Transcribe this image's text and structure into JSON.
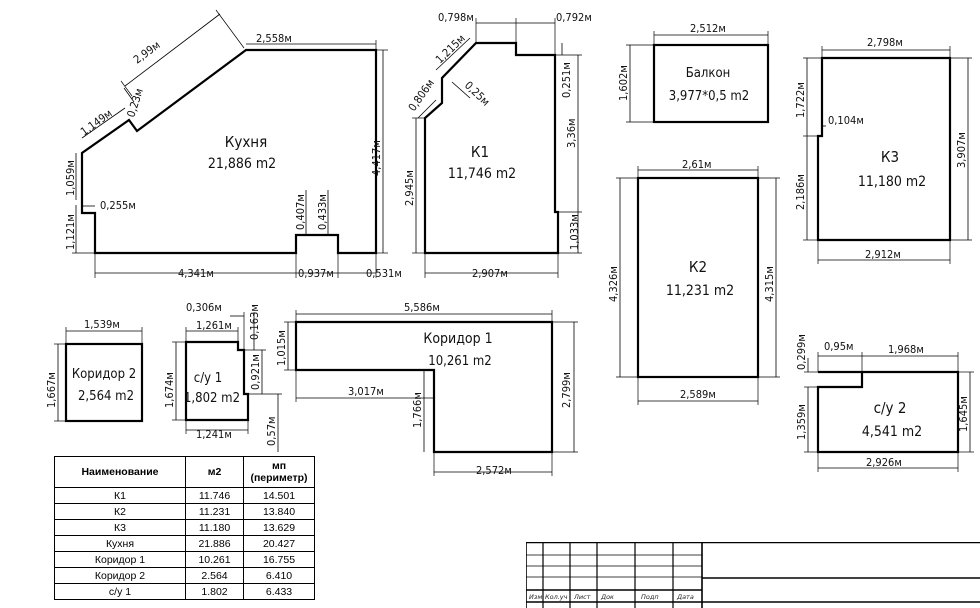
{
  "rooms": {
    "kitchen": {
      "name": "Кухня",
      "area": "21,886 m2"
    },
    "k1": {
      "name": "К1",
      "area": "11,746 m2"
    },
    "balcony": {
      "name": "Балкон",
      "area": "3,977*0,5 m2"
    },
    "k2": {
      "name": "К2",
      "area": "11,231 m2"
    },
    "k3": {
      "name": "К3",
      "area": "11,180 m2"
    },
    "corridor2": {
      "name": "Коридор 2",
      "area": "2,564 m2"
    },
    "su1": {
      "name": "с/у 1",
      "area": "1,802 m2"
    },
    "corridor1": {
      "name": "Коридор 1",
      "area": "10,261 m2"
    },
    "su2": {
      "name": "с/у 2",
      "area": "4,541 m2"
    }
  },
  "dims": {
    "k_top_diag": "2,99м",
    "k_top": "2,558м",
    "k_diag_off": "0,23м",
    "k_diag_small": "1,149м",
    "k_left_upper": "1,059м",
    "k_notch": "0,255м",
    "k_left_lower": "1,121м",
    "k_right": "4,417м",
    "k_step_a": "0,407м",
    "k_step_b": "0,433м",
    "k_bottom": "4,341м",
    "k_bottom_mid": "0,937м",
    "k_bottom_right": "0,531м",
    "k1_top_left": "0,798м",
    "k1_top_right": "0,792м",
    "k1_diag_main": "1,215м",
    "k1_diag_small": "0,806м",
    "k1_diag_off": "0,25м",
    "k1_right_top": "0,251м",
    "k1_right_mid": "3,36м",
    "k1_left": "2,945м",
    "k1_right_bottom": "1,033м",
    "k1_bottom": "2,907м",
    "balcony_top": "2,512м",
    "balcony_left": "1,602м",
    "k2_top": "2,61м",
    "k2_left": "4,326м",
    "k2_right": "4,315м",
    "k2_bottom": "2,589м",
    "k3_top": "2,798м",
    "k3_left_upper": "1,722м",
    "k3_notch": "0,104м",
    "k3_left_lower": "2,186м",
    "k3_right": "3,907м",
    "k3_bottom": "2,912м",
    "c2_top": "1,539м",
    "c2_left": "1,667м",
    "su1_top_small": "0,306м",
    "su1_top": "1,261м",
    "su1_right_top": "0,163м",
    "su1_left": "1,674м",
    "su1_right_mid": "0,921м",
    "su1_bottom": "1,241м",
    "su1_right_bottom": "0,57м",
    "c1_top": "5,586м",
    "c1_left": "1,015м",
    "c1_inner_h": "3,017м",
    "c1_inner_v": "1,766м",
    "c1_right": "2,799м",
    "c1_bottom": "2,572м",
    "su2_top_small": "0,299м",
    "su2_top_left": "0,95м",
    "su2_top_right": "1,968м",
    "su2_left": "1,359м",
    "su2_right": "1,645м",
    "su2_bottom": "2,926м"
  },
  "table": {
    "headers": {
      "name": "Наименование",
      "area": "м2",
      "perimeter_line1": "мп",
      "perimeter_line2": "(периметр)"
    },
    "rows": [
      {
        "name": "К1",
        "area": "11.746",
        "perimeter": "14.501"
      },
      {
        "name": "К2",
        "area": "11.231",
        "perimeter": "13.840"
      },
      {
        "name": "К3",
        "area": "11.180",
        "perimeter": "13.629"
      },
      {
        "name": "Кухня",
        "area": "21.886",
        "perimeter": "20.427"
      },
      {
        "name": "Коридор 1",
        "area": "10.261",
        "perimeter": "16.755"
      },
      {
        "name": "Коридор 2",
        "area": "2.564",
        "perimeter": "6.410"
      },
      {
        "name": "с/у 1",
        "area": "1.802",
        "perimeter": "6.433"
      }
    ]
  },
  "stamp": {
    "labels": [
      "Изм",
      "Кол.уч",
      "Лист",
      "Док",
      "Подп",
      "Дата"
    ]
  }
}
